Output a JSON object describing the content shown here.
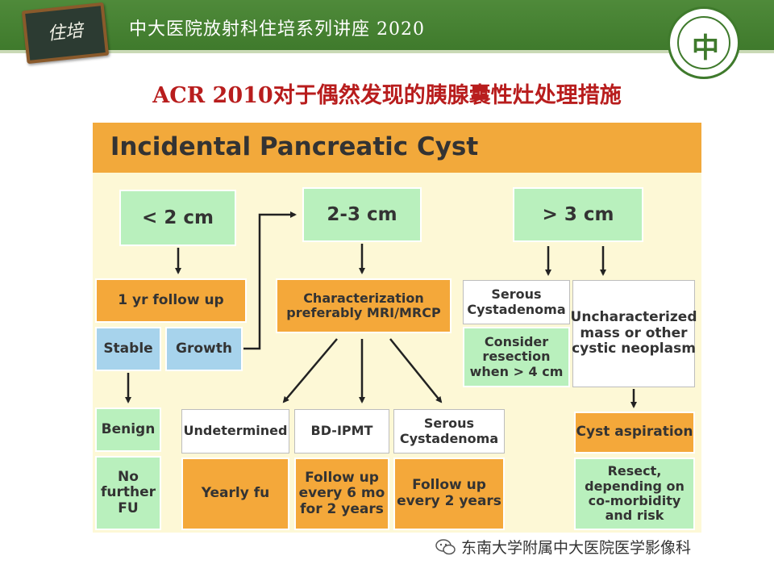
{
  "header": {
    "badge_text": "住培",
    "series_title": "中大医院放射科住培系列讲座 2020",
    "logo_mark": "中"
  },
  "slide_title": "ACR 2010对于偶然发现的胰腺囊性灶处理措施",
  "diagram": {
    "title": "Incidental Pancreatic Cyst",
    "size_lt2": "< 2 cm",
    "size_2to3": "2-3 cm",
    "size_gt3": "> 3 cm",
    "follow_up_1yr": "1 yr follow up",
    "stable": "Stable",
    "growth": "Growth",
    "benign": "Benign",
    "no_further_fu": "No\nfurther\nFU",
    "characterization": "Characterization\npreferably MRI/MRCP",
    "undetermined": "Undetermined",
    "bd_ipmt": "BD-IPMT",
    "serous_cystadenoma_mid": "Serous\nCystadenoma",
    "yearly_fu": "Yearly fu",
    "follow_up_6mo": "Follow up\nevery 6 mo\nfor 2 years",
    "follow_up_2yr": "Follow up\nevery 2 years",
    "serous_cystadenoma_right": "Serous\nCystadenoma",
    "consider_resection": "Consider\nresection\nwhen > 4 cm",
    "uncharacterized": "Uncharacterized\nmass or other\ncystic neoplasm",
    "cyst_aspiration": "Cyst aspiration",
    "resect": "Resect,\ndepending on\nco-morbidity\nand risk"
  },
  "watermark": "东南大学附属中大医院医学影像科"
}
